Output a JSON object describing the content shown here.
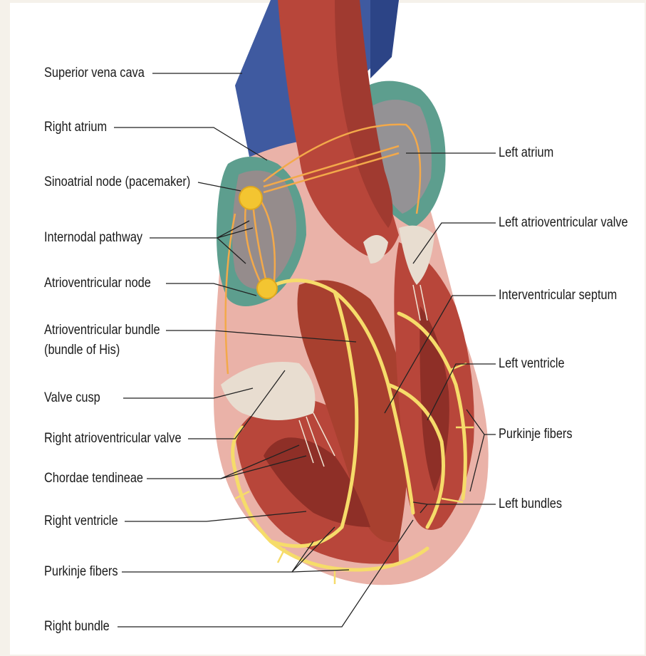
{
  "diagram": {
    "labels_left": [
      "Superior vena cava",
      "Right atrium",
      "Sinoatrial node (pacemaker)",
      "Internodal pathway",
      "Atrioventricular node",
      "Atrioventricular bundle",
      "(bundle of His)",
      "Valve cusp",
      "Right atrioventricular valve",
      "Chordae tendineae",
      "Right ventricle",
      "Purkinje fibers",
      "Right bundle"
    ],
    "labels_right": [
      "Left atrium",
      "Left atrioventricular valve",
      "Interventricular septum",
      "Left ventricle",
      "Purkinje fibers",
      "Left bundles"
    ],
    "colors": {
      "vein_blue": "#3f5aa0",
      "muscle": "#b8463a",
      "muscle_dark": "#8e2f27",
      "atrium_teal": "#5d9e8e",
      "wall_pink": "#eab2a8",
      "conduction_yellow": "#f6dc6a",
      "node_yellow": "#f3c531",
      "valve": "#e8ddd0"
    }
  }
}
